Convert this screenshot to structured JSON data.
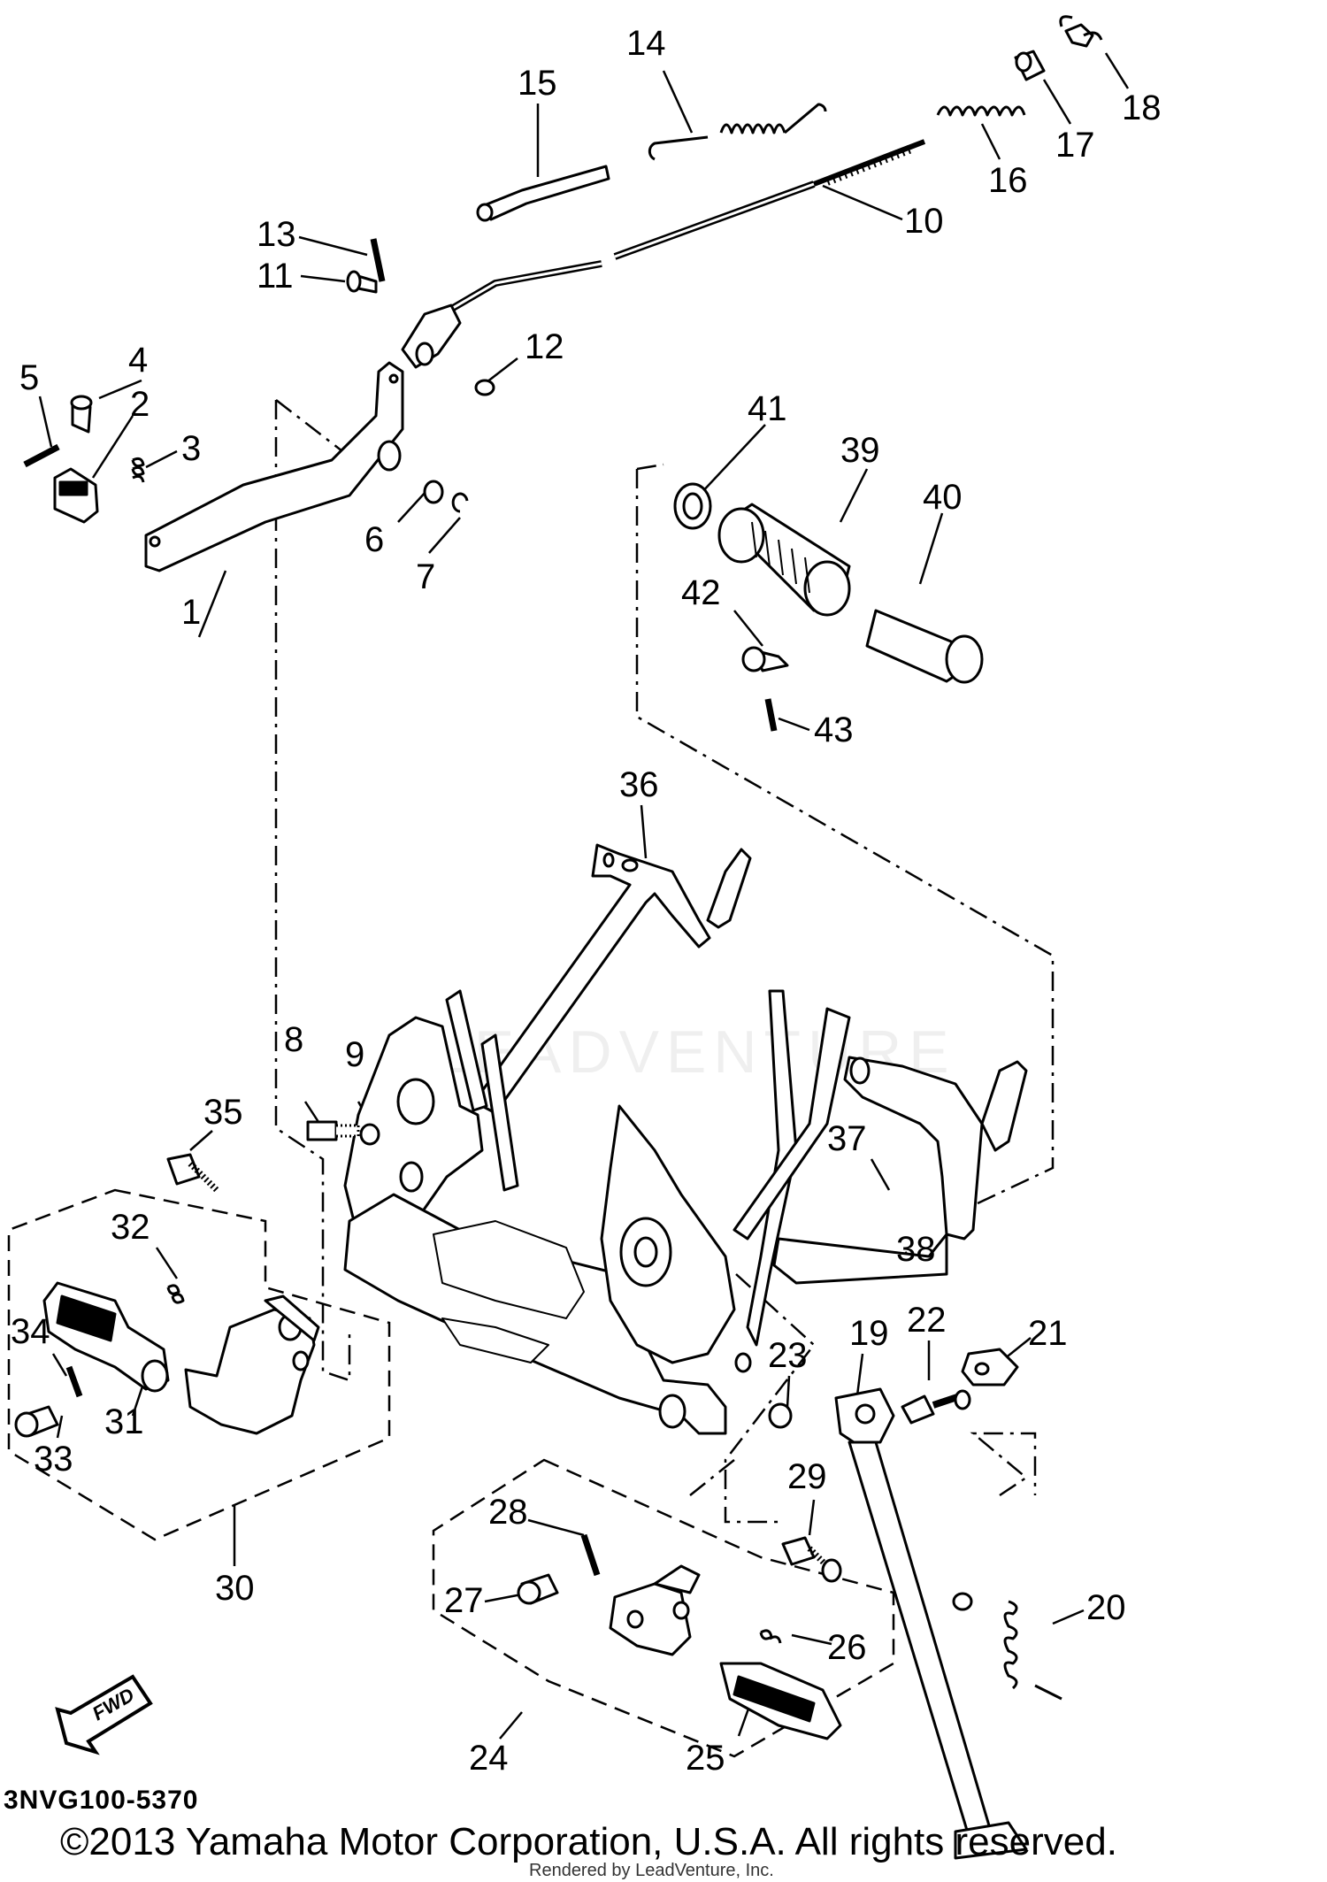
{
  "diagram": {
    "callouts": [
      "1",
      "2",
      "3",
      "4",
      "5",
      "6",
      "7",
      "8",
      "9",
      "10",
      "11",
      "12",
      "13",
      "14",
      "15",
      "16",
      "17",
      "18",
      "19",
      "20",
      "21",
      "22",
      "23",
      "24",
      "25",
      "26",
      "27",
      "28",
      "29",
      "30",
      "31",
      "32",
      "33",
      "34",
      "35",
      "36",
      "37",
      "38",
      "39",
      "40",
      "41",
      "42",
      "43"
    ],
    "fwd_label": "FWD",
    "diagram_code": "3NVG100-5370",
    "watermark": "LEADVENTURE"
  },
  "footer": {
    "copyright": "©2013 Yamaha Motor Corporation, U.S.A. All rights reserved.",
    "rendered_by": "Rendered by LeadVenture, Inc."
  },
  "colors": {
    "line": "#000000",
    "background": "#ffffff"
  }
}
